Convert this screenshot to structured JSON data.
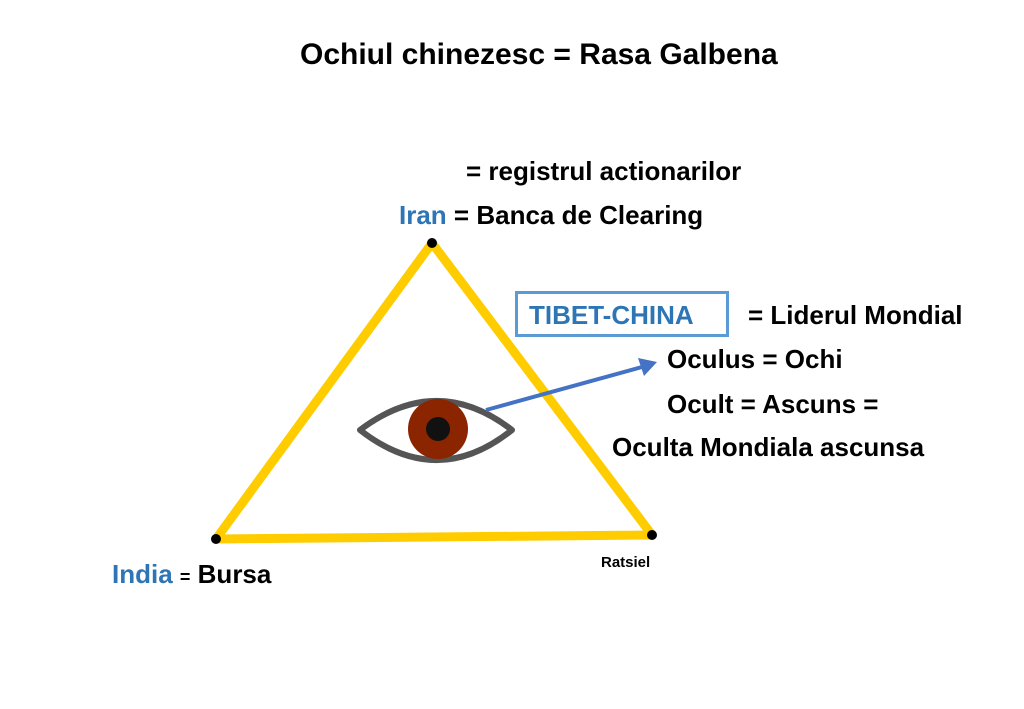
{
  "title": "Ochiul chinezesc = Rasa Galbena",
  "top_vertex": {
    "line1": "= registrul actionarilor",
    "name": "Iran",
    "line2": "= Banca de Clearing"
  },
  "left_vertex": {
    "name": "India",
    "eq": "=",
    "label": "Bursa"
  },
  "right_vertex": {
    "label": "Ratsiel"
  },
  "eye_target": {
    "box_label": "TIBET-CHINA",
    "box_meaning": "= Liderul Mondial",
    "lines": [
      "Oculus = Ochi",
      "Ocult = Ascuns =",
      "Oculta Mondiala ascunsa"
    ]
  },
  "colors": {
    "triangle": "#ffcc00",
    "accent_blue": "#2e75b6",
    "iris": "#8b2500",
    "arrow": "#4472c4"
  }
}
